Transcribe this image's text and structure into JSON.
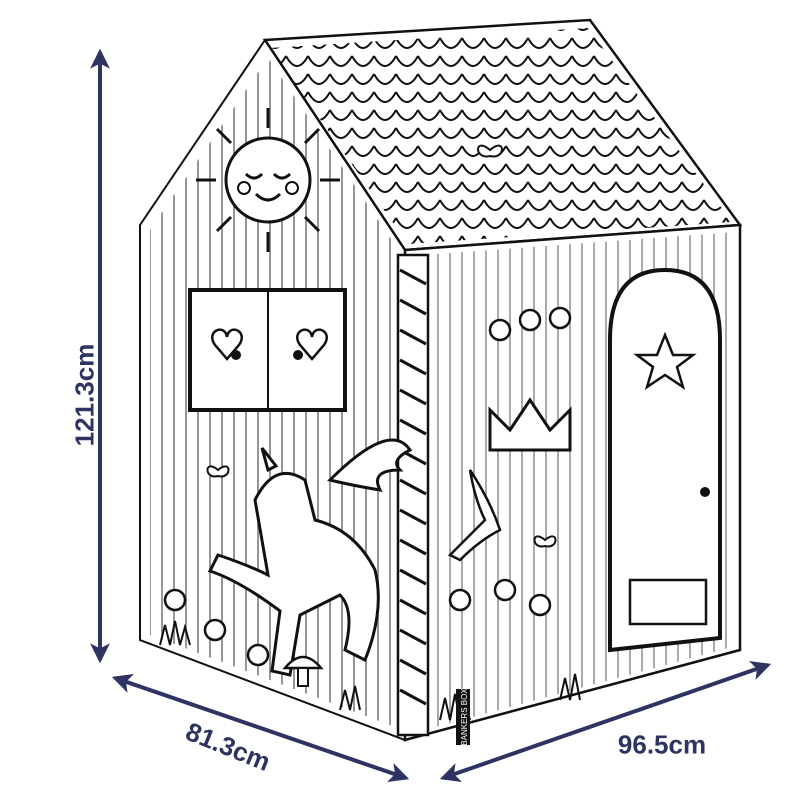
{
  "dimensions": {
    "height": "121.3cm",
    "depth": "81.3cm",
    "width": "96.5cm"
  },
  "box_print": "BANKERS BOX",
  "colors": {
    "arrow": "#2e3461",
    "label": "#2e3461",
    "line_art": "#111111",
    "paper": "#ffffff"
  },
  "image": {
    "subject": "cardboard playhouse",
    "icons": [
      "sun-icon",
      "unicorn-icon",
      "star-icon",
      "crown-icon",
      "butterfly-icon",
      "flower-icon",
      "bird-icon",
      "mushroom-icon"
    ]
  }
}
